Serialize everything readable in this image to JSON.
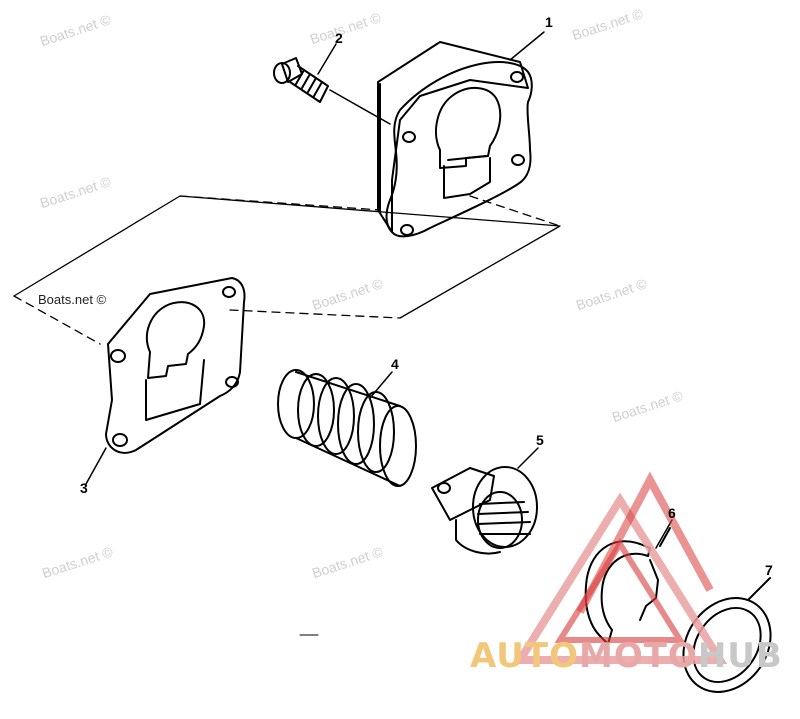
{
  "watermark": "Boats.net ©",
  "callouts": [
    "1",
    "2",
    "3",
    "4",
    "5",
    "6",
    "7"
  ],
  "brand": {
    "part1": "AUTO",
    "part2": "MOTO",
    "part3": "HUB"
  },
  "colors": {
    "line": "#000000",
    "logo_red": "#d93a3a",
    "logo_red_light": "#e9a0a0"
  }
}
